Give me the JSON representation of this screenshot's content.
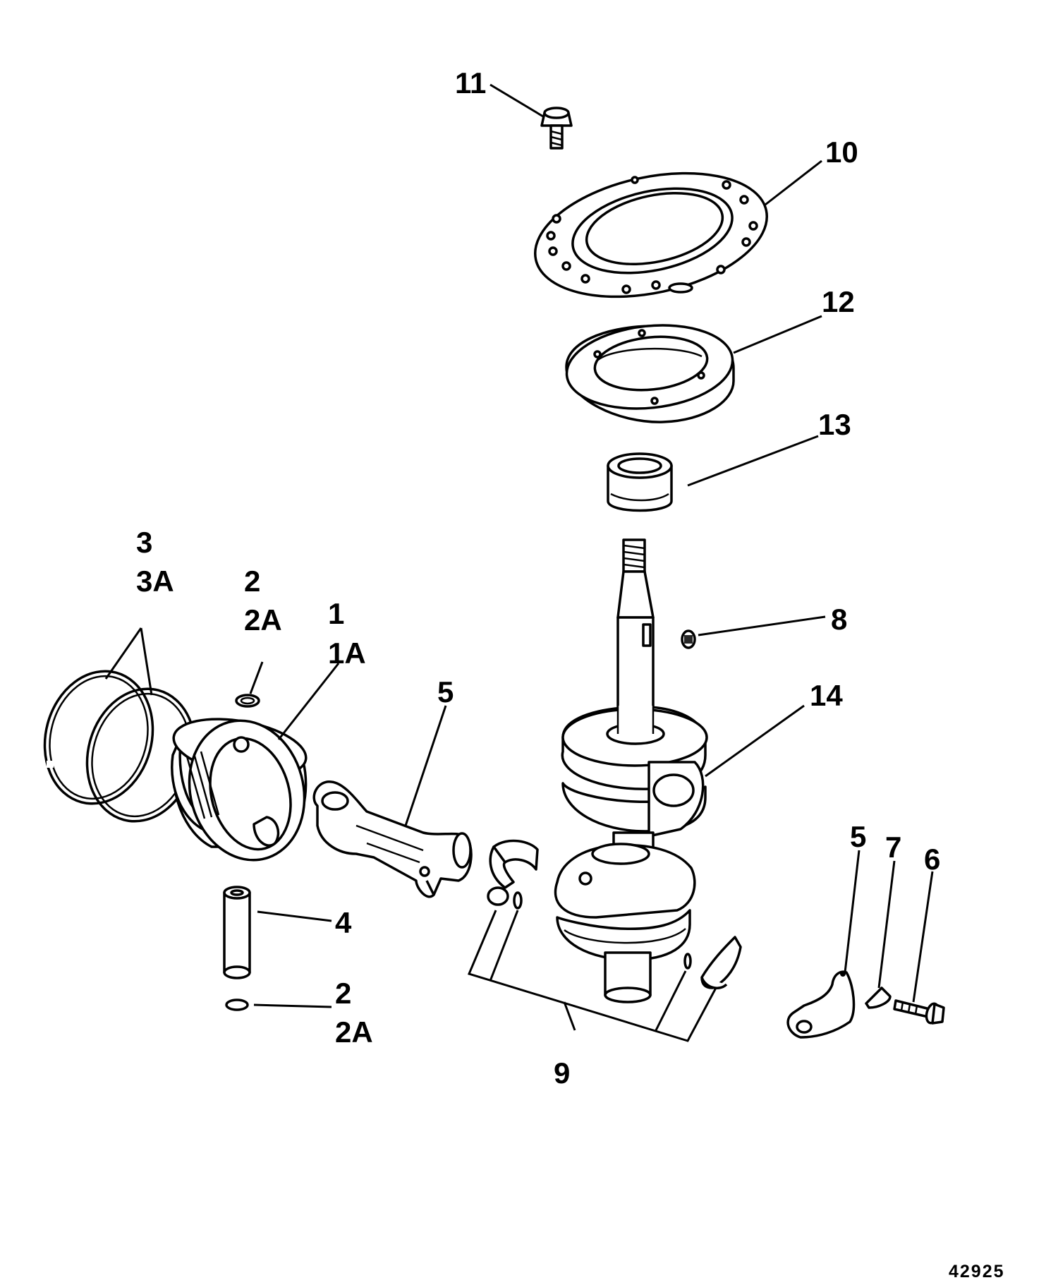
{
  "labels": {
    "l11": "11",
    "l10": "10",
    "l12": "12",
    "l13": "13",
    "l3": "3",
    "l3a": "3A",
    "l2top": "2",
    "l2atop": "2A",
    "l1": "1",
    "l1a": "1A",
    "l8": "8",
    "l5rod": "5",
    "l14": "14",
    "l5cap": "5",
    "l7": "7",
    "l6": "6",
    "l4": "4",
    "l2bot": "2",
    "l2abot": "2A",
    "l9": "9"
  },
  "figure_number": "42925",
  "colors": {
    "ink": "#000000",
    "paper": "#ffffff"
  }
}
